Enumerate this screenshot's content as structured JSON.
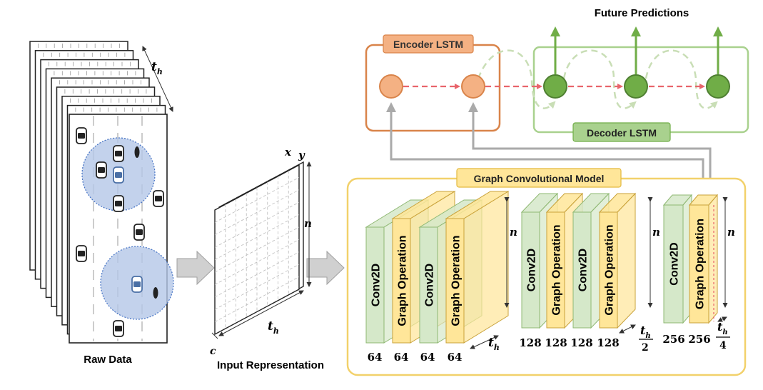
{
  "labels": {
    "raw_data": "Raw Data",
    "input_representation": "Input Representation",
    "future_predictions": "Future Predictions",
    "encoder": "Encoder LSTM",
    "decoder": "Decoder LSTM",
    "gcm": "Graph Convolutional Model"
  },
  "symbols": {
    "t": "t",
    "h": "h",
    "n": "n",
    "x": "x",
    "y": "y",
    "c": "c",
    "two": "2",
    "four": "4"
  },
  "layers": {
    "conv": "Conv2D",
    "graph": "Graph Operation"
  },
  "channels": [
    "64",
    "64",
    "64",
    "64",
    "128",
    "128",
    "128",
    "128",
    "256",
    "256"
  ],
  "colors": {
    "orange_border": "#d9844a",
    "orange_fill": "#f4b183",
    "green_border": "#a9d18e",
    "green_fill": "#70ad47",
    "yellow_border": "#f2d16b",
    "yellow_fill": "#ffe699",
    "conv_fill": "#d5e8c9",
    "arrow_red": "#e8646b",
    "gray_arrow": "#aaaaaa",
    "traffic_circle": "#b4c7e7"
  }
}
